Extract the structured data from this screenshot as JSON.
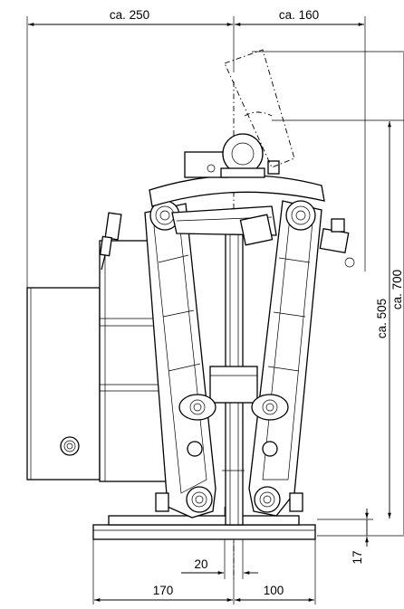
{
  "dimensions": {
    "top_left_width": "ca. 250",
    "top_right_width": "ca. 160",
    "height_inner": "ca. 505",
    "height_total": "ca. 700",
    "base_thickness": "17",
    "gap": "20",
    "bottom_left": "170",
    "bottom_right": "100"
  }
}
